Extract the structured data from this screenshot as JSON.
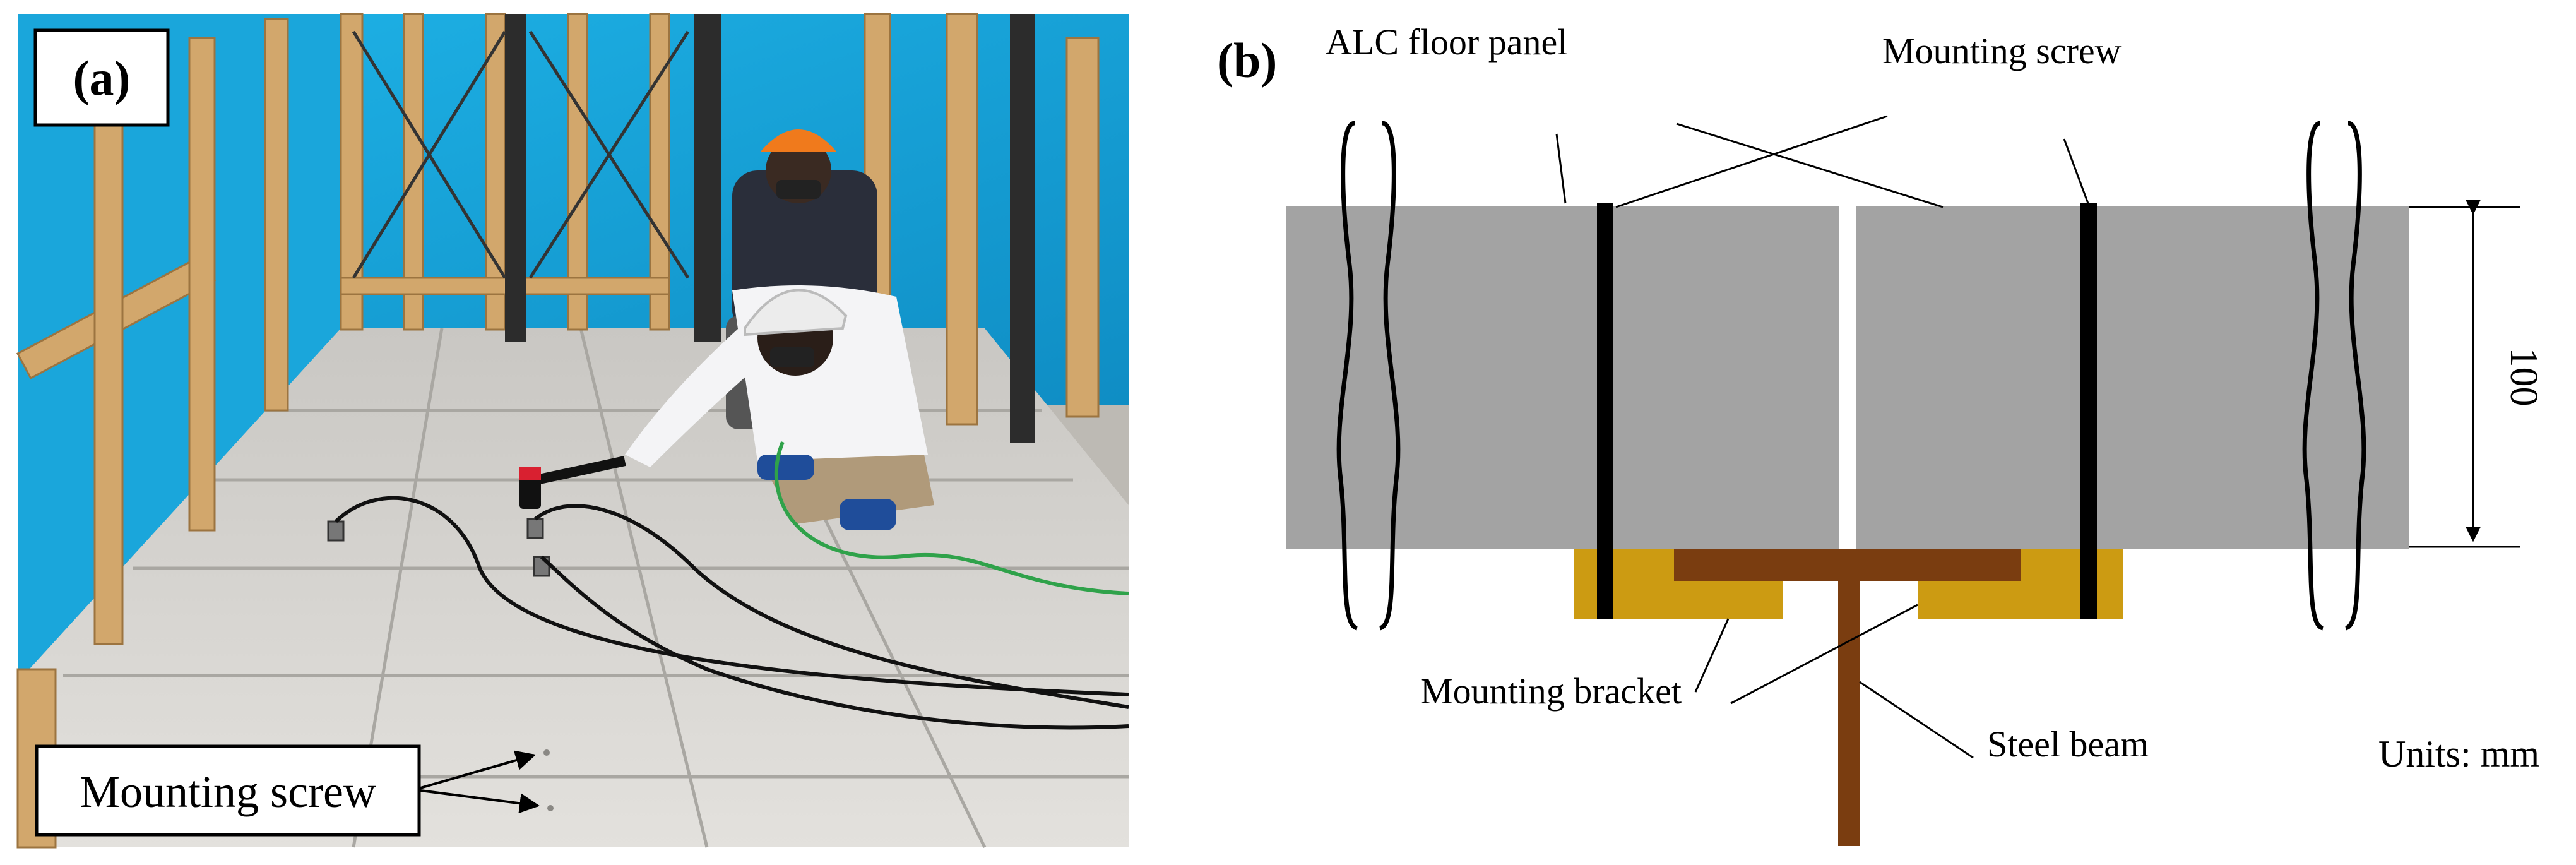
{
  "panel_a": {
    "label": "(a)",
    "callout": "Mounting screw",
    "colors": {
      "sky": "#19a8dc",
      "floor": "#d6d4d0",
      "wood": "#d2a76c",
      "helmet_orange": "#f07a1c",
      "shirt": "#f4f4f6",
      "cable_green": "#2fa24a",
      "jacket": "#2a2e3a"
    }
  },
  "panel_b": {
    "label": "(b)",
    "labels": {
      "alc_floor_panel": "ALC floor panel",
      "mounting_screw": "Mounting screw",
      "mounting_bracket": "Mounting bracket",
      "steel_beam": "Steel beam",
      "units": "Units: mm",
      "thickness": "100"
    },
    "colors": {
      "panel": "#a3a3a3",
      "screw": "#000000",
      "bracket": "#cc9b12",
      "beam": "#7a3d10",
      "leader": "#000000"
    }
  }
}
